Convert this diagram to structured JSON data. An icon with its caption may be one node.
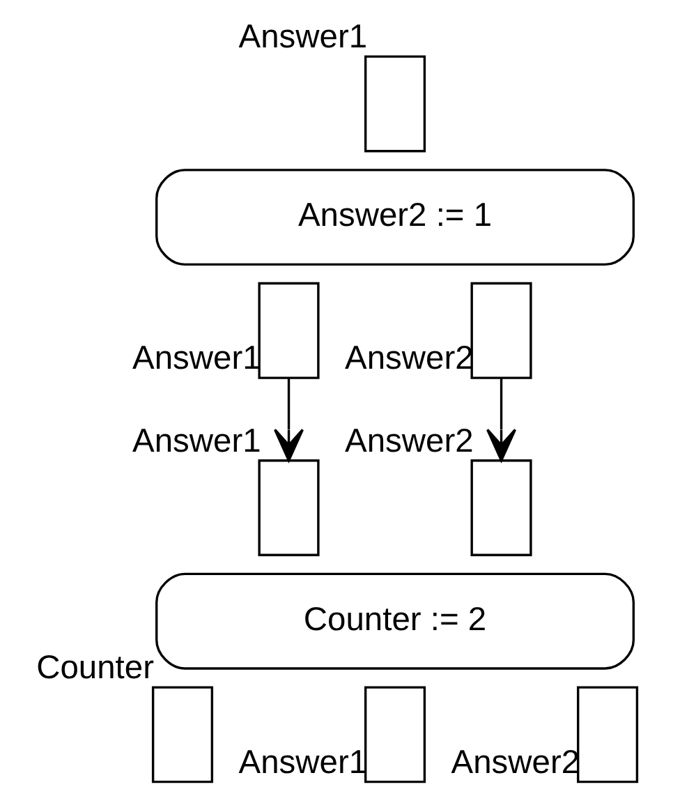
{
  "diagram": {
    "nodes": [
      {
        "text": [],
        "shape": "box",
        "beside": [
          "Answer1"
        ]
      },
      {
        "text": [
          "Answer2 := 1"
        ]
      },
      {
        "text": [],
        "shape": "box",
        "beside": [
          "Answer1"
        ]
      },
      {
        "text": [],
        "shape": "box",
        "beside": [
          "Answer2"
        ]
      },
      {
        "text": [],
        "shape": "box",
        "beside": [
          "Answer1"
        ]
      },
      {
        "text": [],
        "shape": "box",
        "beside": [
          "Answer2"
        ]
      },
      {
        "text": [
          "Counter := 2"
        ]
      },
      {
        "text": [],
        "shape": "box",
        "beside": [
          "Counter"
        ]
      },
      {
        "text": [],
        "shape": "box",
        "beside": [
          "Answer1"
        ]
      },
      {
        "text": [],
        "shape": "box",
        "beside": [
          "Answer2"
        ]
      }
    ],
    "edges": [
      {
        "from": 2,
        "to": 4,
        "arrow": "to"
      },
      {
        "from": 3,
        "to": 5,
        "arrow": "to"
      }
    ]
  }
}
